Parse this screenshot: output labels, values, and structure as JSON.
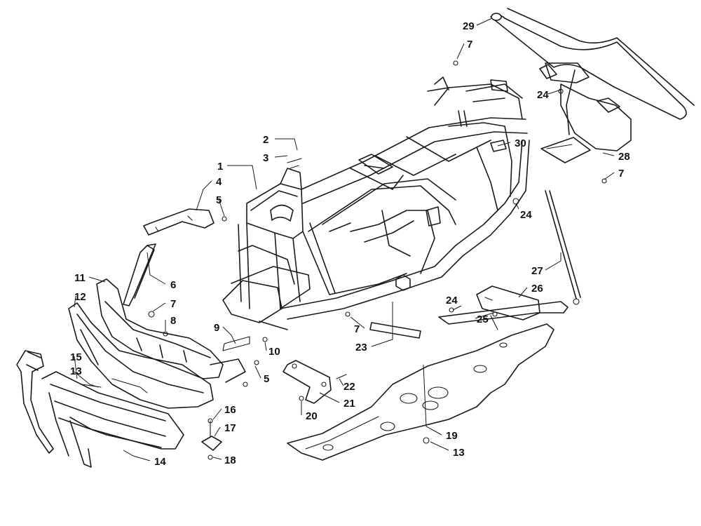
{
  "callouts": [
    "1",
    "2",
    "3",
    "4",
    "5",
    "6",
    "7",
    "8",
    "9",
    "10",
    "11",
    "12",
    "13",
    "14",
    "15",
    "16",
    "17",
    "18",
    "19",
    "20",
    "21",
    "22",
    "23",
    "24",
    "25",
    "26",
    "27",
    "28",
    "29",
    "30"
  ],
  "extra_callouts": {
    "five_b": "5",
    "seven_b": "7",
    "seven_c": "7",
    "seven_d": "7",
    "thirteen_b": "13",
    "twentyfour_b": "24",
    "twentyfour_c": "24"
  },
  "colors": {
    "line": "#1a1a1a",
    "background": "#ffffff"
  }
}
